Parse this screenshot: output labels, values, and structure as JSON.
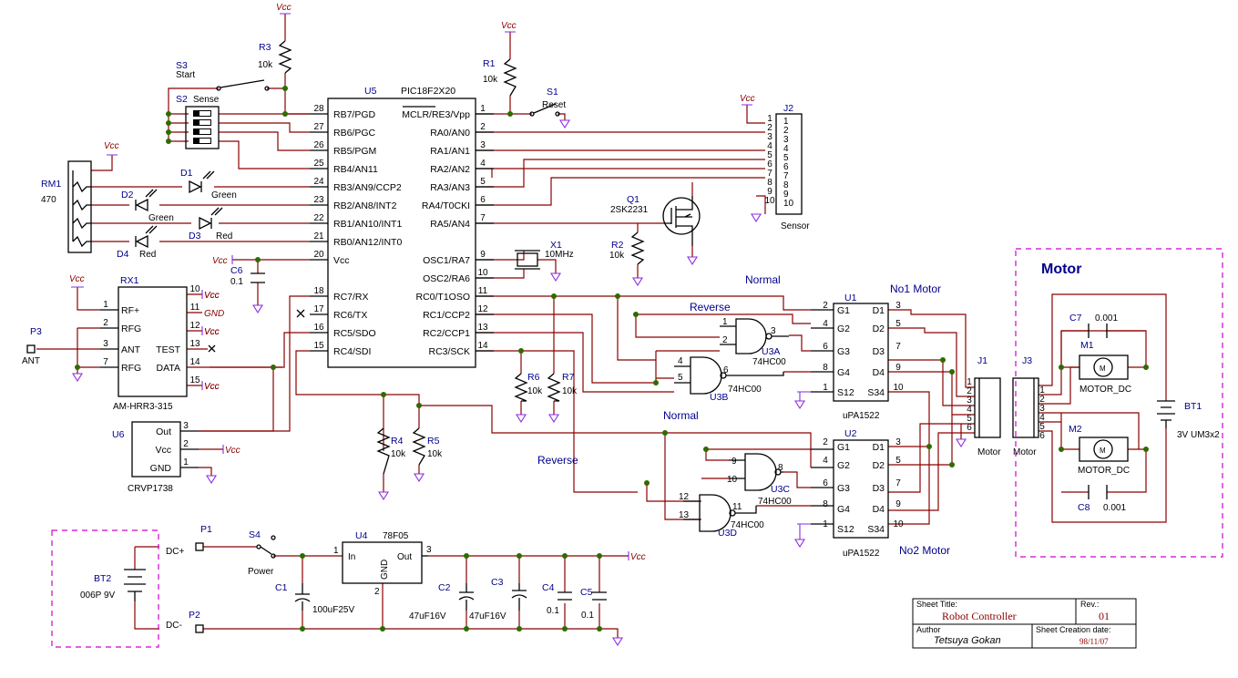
{
  "supply": {
    "vcc": "Vcc"
  },
  "mcu": {
    "ref": "U5",
    "part": "PIC18F2X20",
    "left_pins": [
      {
        "n": "28",
        "name": "RB7/PGD"
      },
      {
        "n": "27",
        "name": "RB6/PGC"
      },
      {
        "n": "26",
        "name": "RB5/PGM"
      },
      {
        "n": "25",
        "name": "RB4/AN11"
      },
      {
        "n": "24",
        "name": "RB3/AN9/CCP2"
      },
      {
        "n": "23",
        "name": "RB2/AN8/INT2"
      },
      {
        "n": "22",
        "name": "RB1/AN10/INT1"
      },
      {
        "n": "21",
        "name": "RB0/AN12/INT0"
      },
      {
        "n": "20",
        "name": "Vcc"
      },
      {
        "n": "18",
        "name": "RC7/RX"
      },
      {
        "n": "17",
        "name": "RC6/TX"
      },
      {
        "n": "16",
        "name": "RC5/SDO"
      },
      {
        "n": "15",
        "name": "RC4/SDI"
      }
    ],
    "right_pins": [
      {
        "n": "1",
        "name": "MCLR/RE3/Vpp"
      },
      {
        "n": "2",
        "name": "RA0/AN0"
      },
      {
        "n": "3",
        "name": "RA1/AN1"
      },
      {
        "n": "4",
        "name": "RA2/AN2"
      },
      {
        "n": "5",
        "name": "RA3/AN3"
      },
      {
        "n": "6",
        "name": "RA4/T0CKI"
      },
      {
        "n": "7",
        "name": "RA5/AN4"
      },
      {
        "n": "9",
        "name": "OSC1/RA7"
      },
      {
        "n": "10",
        "name": "OSC2/RA6"
      },
      {
        "n": "11",
        "name": "RC0/T1OSO"
      },
      {
        "n": "12",
        "name": "RC1/CCP2"
      },
      {
        "n": "13",
        "name": "RC2/CCP1"
      },
      {
        "n": "14",
        "name": "RC3/SCK"
      }
    ]
  },
  "components": {
    "r3": {
      "ref": "R3",
      "val": "10k"
    },
    "r1": {
      "ref": "R1",
      "val": "10k"
    },
    "r2": {
      "ref": "R2",
      "val": "10k"
    },
    "r4": {
      "ref": "R4",
      "val": "10k"
    },
    "r5": {
      "ref": "R5",
      "val": "10k"
    },
    "r6": {
      "ref": "R6",
      "val": "10k"
    },
    "r7": {
      "ref": "R7",
      "val": "10k"
    },
    "s1": {
      "ref": "S1",
      "val": "Reset"
    },
    "s2": {
      "ref": "S2",
      "val": "Sense"
    },
    "s3": {
      "ref": "S3",
      "val": "Start"
    },
    "s4": {
      "ref": "S4",
      "val": "Power"
    },
    "rm1": {
      "ref": "RM1",
      "val": "470"
    },
    "d1": {
      "ref": "D1",
      "val": "Green"
    },
    "d2": {
      "ref": "D2",
      "val": "Green"
    },
    "d3": {
      "ref": "D3",
      "val": "Red"
    },
    "d4": {
      "ref": "D4",
      "val": "Red"
    },
    "c6": {
      "ref": "C6",
      "val": "0.1"
    },
    "q1": {
      "ref": "Q1",
      "val": "2SK2231"
    },
    "x1": {
      "ref": "X1",
      "val": "10MHz"
    },
    "j2": {
      "ref": "J2",
      "val": "Sensor",
      "pins": [
        "1",
        "2",
        "3",
        "4",
        "5",
        "6",
        "7",
        "8",
        "9",
        "10"
      ]
    },
    "rx1": {
      "ref": "RX1",
      "val": "AM-HRR3-315",
      "left": [
        {
          "n": "1",
          "name": "RF+"
        },
        {
          "n": "2",
          "name": "RFG"
        },
        {
          "n": "3",
          "name": "ANT"
        },
        {
          "n": "7",
          "name": "RFG"
        }
      ],
      "right": [
        {
          "n": "10",
          "name": "Vcc"
        },
        {
          "n": "11",
          "name": "GND"
        },
        {
          "n": "12",
          "name": "Vcc"
        },
        {
          "n": "13",
          "name": "TEST"
        },
        {
          "n": "14",
          "name": "DATA"
        },
        {
          "n": "15",
          "name": "Vcc"
        }
      ]
    },
    "p3": {
      "ref": "P3",
      "val": "ANT"
    },
    "u6": {
      "ref": "U6",
      "val": "CRVP1738",
      "pins": [
        {
          "n": "3",
          "name": "Out"
        },
        {
          "n": "2",
          "name": "Vcc"
        },
        {
          "n": "1",
          "name": "GND"
        }
      ]
    },
    "u1": {
      "ref": "U1",
      "val": "uPA1522",
      "left": [
        {
          "n": "2",
          "name": "G1"
        },
        {
          "n": "4",
          "name": "G2"
        },
        {
          "n": "6",
          "name": "G3"
        },
        {
          "n": "8",
          "name": "G4"
        },
        {
          "n": "1",
          "name": "S12"
        }
      ],
      "right": [
        {
          "n": "3",
          "name": "D1"
        },
        {
          "n": "5",
          "name": "D2"
        },
        {
          "n": "7",
          "name": "D3"
        },
        {
          "n": "9",
          "name": "D4"
        },
        {
          "n": "10",
          "name": "S34"
        }
      ]
    },
    "u2": {
      "ref": "U2",
      "val": "uPA1522",
      "left": [
        {
          "n": "2",
          "name": "G1"
        },
        {
          "n": "4",
          "name": "G2"
        },
        {
          "n": "6",
          "name": "G3"
        },
        {
          "n": "8",
          "name": "G4"
        },
        {
          "n": "1",
          "name": "S12"
        }
      ],
      "right": [
        {
          "n": "3",
          "name": "D1"
        },
        {
          "n": "5",
          "name": "D2"
        },
        {
          "n": "7",
          "name": "D3"
        },
        {
          "n": "9",
          "name": "D4"
        },
        {
          "n": "10",
          "name": "S34"
        }
      ]
    },
    "u3a": {
      "ref": "U3A",
      "val": "74HC00",
      "pins": [
        "1",
        "2",
        "3"
      ]
    },
    "u3b": {
      "ref": "U3B",
      "val": "74HC00",
      "pins": [
        "4",
        "5",
        "6"
      ]
    },
    "u3c": {
      "ref": "U3C",
      "val": "74HC00",
      "pins": [
        "9",
        "10",
        "8"
      ]
    },
    "u3d": {
      "ref": "U3D",
      "val": "74HC00",
      "pins": [
        "12",
        "13",
        "11"
      ]
    },
    "j1": {
      "ref": "J1",
      "val": "Motor",
      "pins": [
        "1",
        "2",
        "3",
        "4",
        "5",
        "6"
      ]
    },
    "j3": {
      "ref": "J3",
      "val": "Motor",
      "pins": [
        "1",
        "2",
        "3",
        "4",
        "5",
        "6"
      ]
    },
    "m1": {
      "ref": "M1",
      "val": "MOTOR_DC"
    },
    "m2": {
      "ref": "M2",
      "val": "MOTOR_DC"
    },
    "c7": {
      "ref": "C7",
      "val": "0.001"
    },
    "c8": {
      "ref": "C8",
      "val": "0.001"
    },
    "bt1": {
      "ref": "BT1",
      "val": "3V  UM3x2"
    },
    "bt2": {
      "ref": "BT2",
      "val": "006P 9V"
    },
    "p1": {
      "ref": "P1",
      "val": "DC+"
    },
    "p2": {
      "ref": "P2",
      "val": "DC-"
    },
    "u4": {
      "ref": "U4",
      "val": "78F05",
      "pin_in": "In",
      "pin_out": "Out",
      "pin_gnd": "GND",
      "n_in": "1",
      "n_out": "3",
      "n_gnd": "2"
    },
    "c1": {
      "ref": "C1",
      "val": "100uF25V"
    },
    "c2": {
      "ref": "C2",
      "val": "47uF16V"
    },
    "c3": {
      "ref": "C3",
      "val": "47uF16V"
    },
    "c4": {
      "ref": "C4",
      "val": "0.1"
    },
    "c5": {
      "ref": "C5",
      "val": "0.1"
    }
  },
  "nets": {
    "normal": "Normal",
    "reverse": "Reverse",
    "no1": "No1 Motor",
    "no2": "No2 Motor",
    "motor_box": "Motor"
  },
  "title_block": {
    "sheet_title_label": "Sheet Title:",
    "sheet_title": "Robot Controller",
    "rev_label": "Rev.:",
    "rev": "01",
    "author_label": "Author",
    "author": "Tetsuya Gokan",
    "date_label": "Sheet Creation date:",
    "date": "98/11/07"
  }
}
